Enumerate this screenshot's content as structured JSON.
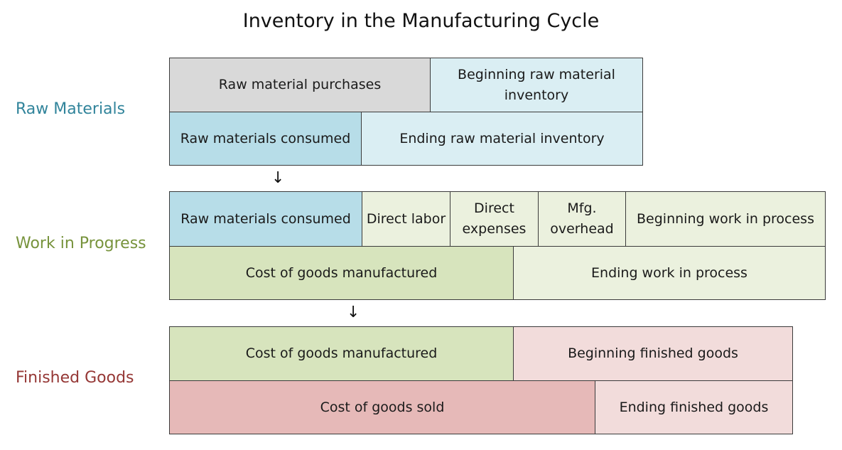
{
  "title": "Inventory in the Manufacturing Cycle",
  "sections": {
    "raw": {
      "label": "Raw Materials",
      "color": "#31849B"
    },
    "wip": {
      "label": "Work in Progress",
      "color": "#77933C"
    },
    "fg": {
      "label": "Finished Goods",
      "color": "#953735"
    }
  },
  "raw_materials": {
    "purchases": "Raw material purchases",
    "beginning": "Beginning raw material inventory",
    "consumed": "Raw materials consumed",
    "ending": "Ending raw material inventory"
  },
  "work_in_progress": {
    "consumed": "Raw materials consumed",
    "direct_labor": "Direct labor",
    "direct_expenses": "Direct expenses",
    "mfg_overhead": "Mfg. overhead",
    "beginning": "Beginning work in process",
    "cogm": "Cost of goods manufactured",
    "ending": "Ending work in process"
  },
  "finished_goods": {
    "cogm": "Cost of goods manufactured",
    "beginning": "Beginning finished goods",
    "cogs": "Cost of goods sold",
    "ending": "Ending finished goods"
  },
  "arrow": "↓",
  "colors": {
    "gray": "#D9D9D9",
    "light_blue": "#DAEEF3",
    "mid_blue": "#B7DDE8",
    "green": "#D7E4BD",
    "light_green": "#EBF1DE",
    "pink": "#E6B9B8",
    "light_pink": "#F2DCDB"
  }
}
